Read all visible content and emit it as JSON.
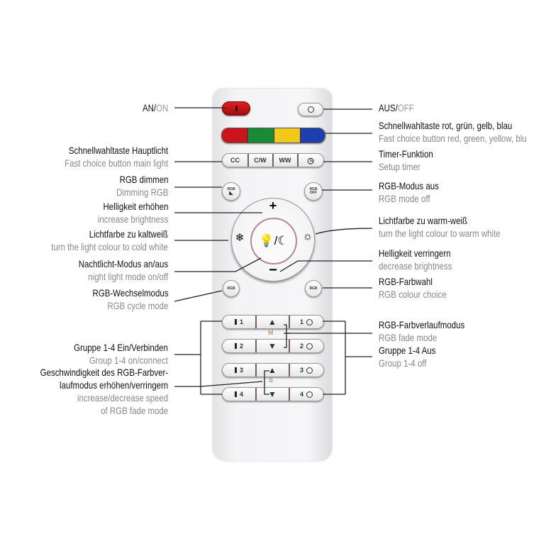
{
  "labels": {
    "on": {
      "de": "AN/",
      "en": "ON"
    },
    "off": {
      "de": "AUS/",
      "en": "OFF"
    },
    "colors": {
      "de": "Schnellwahltaste rot, grün, gelb, blau",
      "en": "Fast choice button red, green, yellow, blu"
    },
    "mainlight": {
      "de": "Schnellwahltaste Hauptlicht",
      "en": "Fast choice button main light"
    },
    "timer": {
      "de": "Timer-Funktion",
      "en": "Setup timer"
    },
    "rgbdim": {
      "de": "RGB dimmen",
      "en": "Dimming RGB"
    },
    "rgboff": {
      "de": "RGB-Modus aus",
      "en": "RGB mode off"
    },
    "brightup": {
      "de": "Helligkeit erhöhen",
      "en": "increase brightness"
    },
    "warm": {
      "de": "Lichtfarbe zu warm-weiß",
      "en": "turn the light colour to warm white"
    },
    "cold": {
      "de": "Lichtfarbe zu kaltweiß",
      "en": "turn the light colour to cold white"
    },
    "brightdown": {
      "de": "Helligkeit verringern",
      "en": "decrease brightness"
    },
    "night": {
      "de": "Nachtlicht-Modus an/aus",
      "en": "night light mode on/off"
    },
    "rgbchoice": {
      "de": "RGB-Farbwahl",
      "en": "RGB colour choice"
    },
    "rgbcycle": {
      "de": "RGB-Wechselmodus",
      "en": "RGB cycle mode"
    },
    "fade": {
      "de": "RGB-Farbverlaufmodus",
      "en": "RGB fade mode"
    },
    "groupon": {
      "de": "Gruppe 1-4 Ein/Verbinden",
      "en": "Group 1-4 on/connect"
    },
    "groupoff": {
      "de": "Gruppe 1-4 Aus",
      "en": "Group 1-4 off"
    },
    "speed": {
      "de1": "Geschwindigkeit des RGB-Farbver-",
      "de2": "laufmodus erhöhen/verringern",
      "en1": "increase/decrease speed",
      "en2": "of RGB fade mode"
    }
  },
  "remote": {
    "main_buttons": [
      "CC",
      "C/W",
      "WW"
    ],
    "rgb_dim": "RGB",
    "rgb_off1": "RGB",
    "rgb_off2": "OFF",
    "rgb_cycle": "RGB",
    "rgb_choice": "RGB",
    "plus": "+",
    "minus": "−",
    "groups": [
      {
        "on": "1",
        "off": "1"
      },
      {
        "on": "2",
        "off": "2"
      },
      {
        "on": "3",
        "off": "3"
      },
      {
        "on": "4",
        "off": "4"
      }
    ],
    "m": "M",
    "s": "S",
    "colors": [
      "#c8141a",
      "#1b8a35",
      "#f2c81a",
      "#1d3fb0"
    ]
  }
}
